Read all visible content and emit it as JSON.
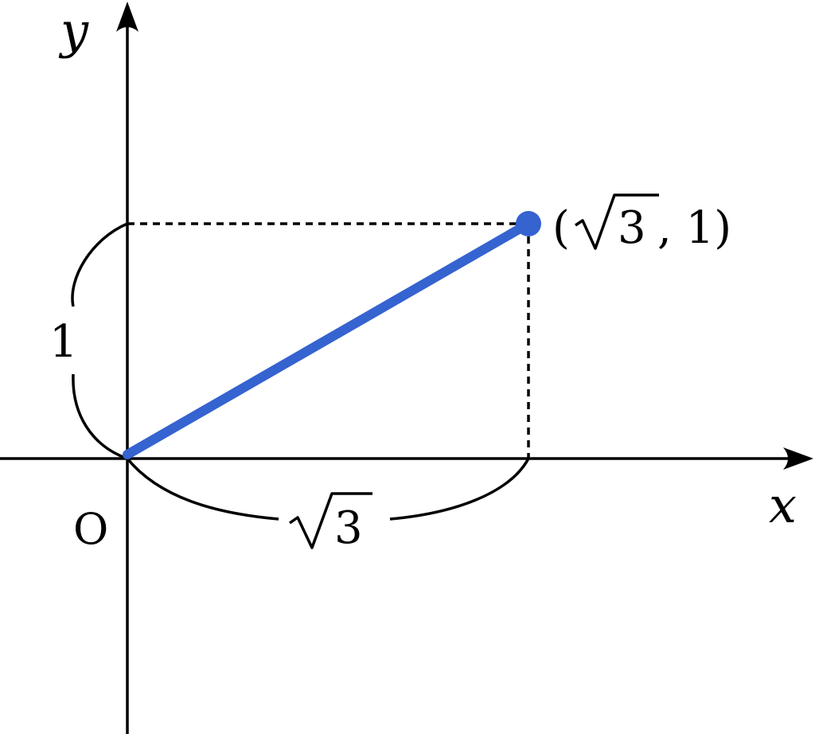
{
  "axes": {
    "x_label": "x",
    "y_label": "y",
    "origin_label": "O"
  },
  "point": {
    "label_open": "(",
    "label_root": "3",
    "label_sep": ", 1)",
    "color": "#3563d0"
  },
  "segment": {
    "color": "#3563d0"
  },
  "braces": {
    "vertical_label": "1",
    "horizontal_label_root": "3"
  }
}
